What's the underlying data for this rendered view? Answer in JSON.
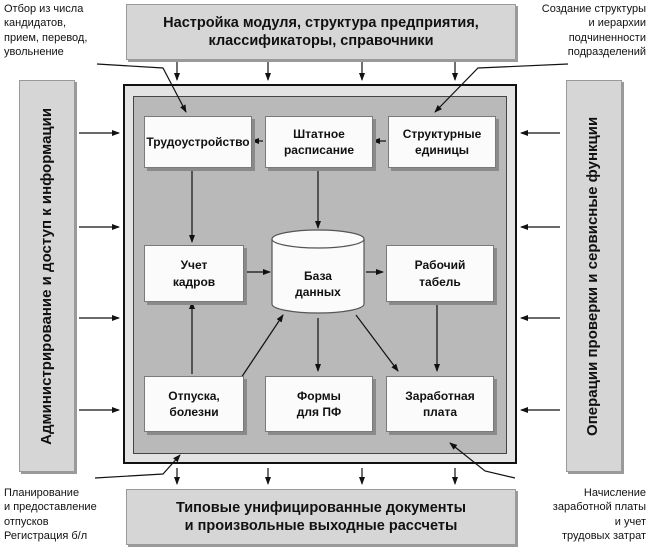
{
  "panels": {
    "top": "Настройка модуля, структура предприятия,\nклассификаторы, справочники",
    "bottom": "Типовые унифицированные документы\nи произвольные выходные рассчеты",
    "left": "Администрирование и доступ к информации",
    "right": "Операции проверки и сервисные функции"
  },
  "boxes": {
    "hiring": "Трудоустройство",
    "staffing": "Штатное\nрасписание",
    "structural_units": "Структурные\nединицы",
    "personnel": "Учет\nкадров",
    "database": "База\nданных",
    "timesheet": "Рабочий\nтабель",
    "vacations": "Отпуска,\nболезни",
    "pf_forms": "Формы\nдля ПФ",
    "salary": "Заработная\nплата"
  },
  "notes": {
    "top_left": "Отбор из числа\nкандидатов,\nприем, перевод,\nувольнение",
    "top_right": "Создание структуры\nи иерархии\nподчиненности\nподразделений",
    "bottom_left": "Планирование\nи предоставление\nотпусков\nРегистрация б/л",
    "bottom_right": "Начисление\nзаработной платы\nи учет\nтрудовых затрат"
  }
}
